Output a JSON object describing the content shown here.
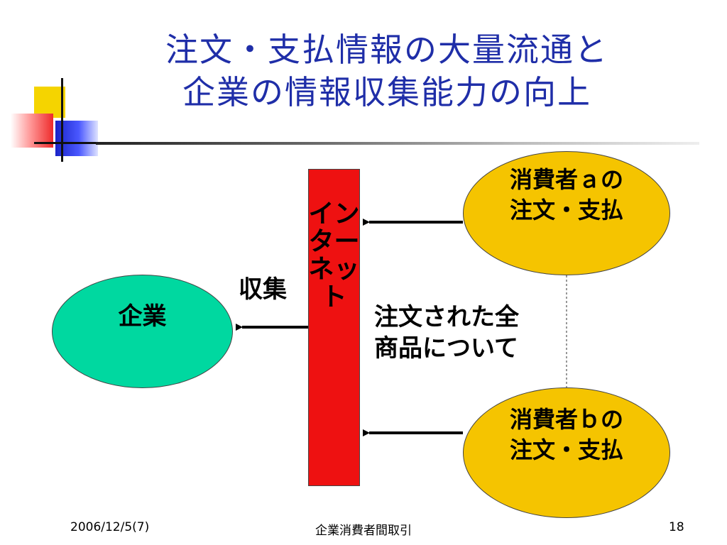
{
  "slide": {
    "title_line1": "注文・支払情報の大量流通と",
    "title_line2": "企業の情報収集能力の向上"
  },
  "diagram": {
    "internet_label": "インターネット",
    "company_label": "企業",
    "consumer_a_line1": "消費者ａの",
    "consumer_a_line2": "注文・支払",
    "consumer_b_line1": "消費者ｂの",
    "consumer_b_line2": "注文・支払",
    "collect_label": "収集",
    "note_line1": "注文された全",
    "note_line2": "商品について"
  },
  "colors": {
    "title": "#1f2ea8",
    "internet_bar": "#ee1111",
    "company_ellipse": "#00d8a0",
    "consumer_ellipse": "#f5c400"
  },
  "footer": {
    "date": "2006/12/5(7)",
    "center": "企業消費者間取引",
    "page": "18"
  }
}
